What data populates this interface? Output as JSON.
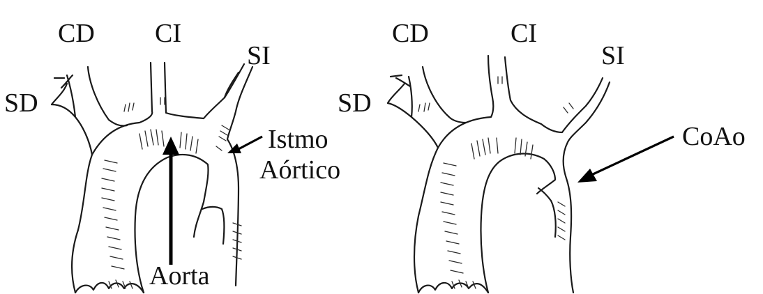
{
  "left_panel": {
    "labels": {
      "cd": "CD",
      "ci": "CI",
      "si": "SI",
      "sd": "SD",
      "istmo_line1": "Istmo",
      "istmo_line2": "Aórtico",
      "aorta": "Aorta"
    }
  },
  "right_panel": {
    "labels": {
      "cd": "CD",
      "ci": "CI",
      "si": "SI",
      "sd": "SD",
      "coao": "CoAo"
    }
  }
}
